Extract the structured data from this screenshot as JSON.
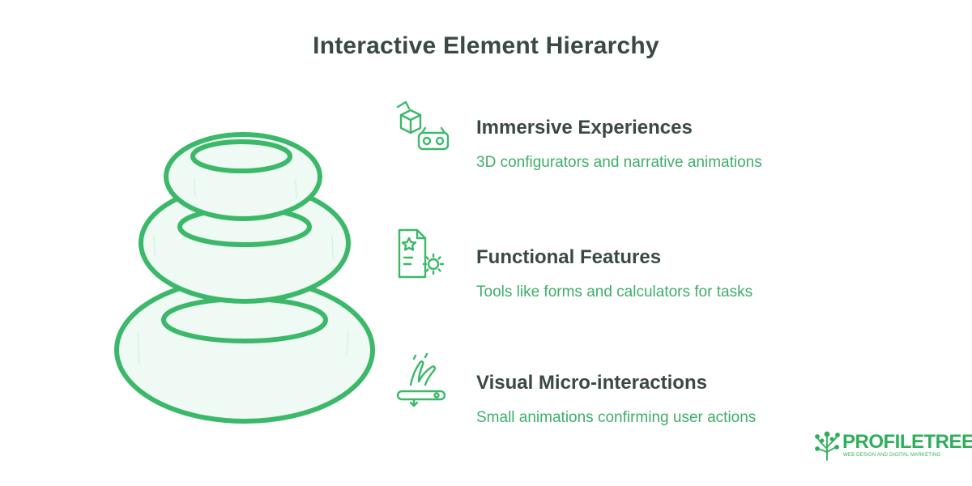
{
  "title": "Interactive Element Hierarchy",
  "colors": {
    "accent": "#3cb86a",
    "ring_fill": "#eefaf3",
    "heading": "#3a4a42",
    "description": "#3fae6a"
  },
  "tiers": [
    {
      "icon": "vr-headset-box-icon",
      "heading": "Immersive Experiences",
      "description": "3D configurators and narrative animations"
    },
    {
      "icon": "document-star-gear-icon",
      "heading": "Functional Features",
      "description": "Tools like forms and calculators for tasks"
    },
    {
      "icon": "touch-gesture-icon",
      "heading": "Visual Micro-interactions",
      "description": "Small animations confirming user actions"
    }
  ],
  "logo": {
    "name": "PROFILETREE",
    "tagline": "WEB DESIGN AND DIGITAL MARKETING",
    "icon": "tree-icon"
  }
}
